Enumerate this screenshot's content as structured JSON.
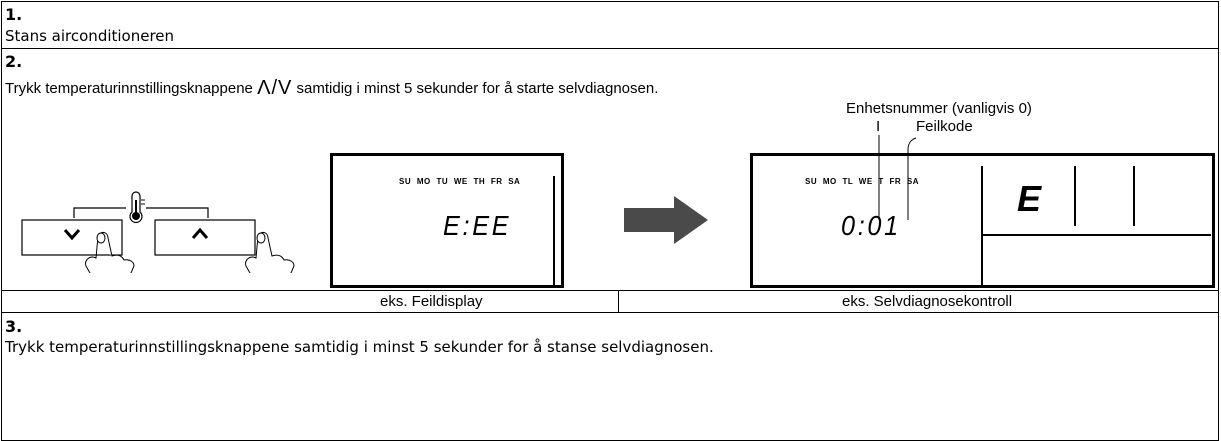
{
  "steps": [
    {
      "number": "1.",
      "text": "Stans airconditioneren"
    },
    {
      "number": "2.",
      "text_before": "Trykk temperaturinnstillingsknappene",
      "arrows_symbol": "Λ/V",
      "text_after": "samtidig i minst 5 sekunder for å starte selvdiagnosen."
    },
    {
      "number": "3.",
      "text": "Trykk temperaturinnstillingsknappene samtidig i minst 5 sekunder for å stanse selvdiagnosen."
    }
  ],
  "figure": {
    "label_unit_number": "Enhetsnummer (vanligvis 0)",
    "label_pointer": "I",
    "label_error_code": "Feilkode",
    "days": "SU MO TU WE TH FR SA",
    "days_right": "SU MO TL WE T FR SA",
    "error_display_code": "E:EE",
    "diag_display_code": "0:01",
    "diag_display_big": "E",
    "caption_error_display": "eks. Feildisplay",
    "caption_self_diag": "eks. Selvdiagnosekontroll",
    "buttons": {
      "left_icon": "chevron-down-icon",
      "right_icon": "chevron-up-icon",
      "top_icon": "thermometer-icon"
    },
    "arrow_color": "#4a4a4a"
  }
}
